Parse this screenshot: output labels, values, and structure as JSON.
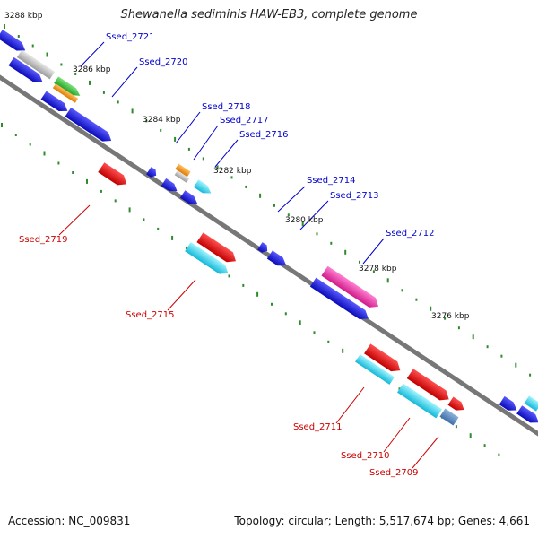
{
  "title": "Shewanella sediminis HAW-EB3, complete genome",
  "accession": "Accession: NC_009831",
  "summary": "Topology: circular; Length: 5,517,674 bp; Genes: 4,661",
  "ticks": [
    "3288 kbp",
    "3286 kbp",
    "3284 kbp",
    "3282 kbp",
    "3280 kbp",
    "3278 kbp",
    "3276 kbp"
  ],
  "labels": {
    "blue": [
      "Ssed_2721",
      "Ssed_2720",
      "Ssed_2718",
      "Ssed_2717",
      "Ssed_2716",
      "Ssed_2714",
      "Ssed_2713",
      "Ssed_2712"
    ],
    "red": [
      "Ssed_2719",
      "Ssed_2715",
      "Ssed_2711",
      "Ssed_2710",
      "Ssed_2709"
    ]
  },
  "colors": {
    "backbone": "#777777",
    "tick_dots": "#2e8b2e",
    "blue_feature": "#1515e0",
    "red_feature": "#e01515",
    "label_blue": "#0000cc",
    "label_red": "#cc0000"
  }
}
